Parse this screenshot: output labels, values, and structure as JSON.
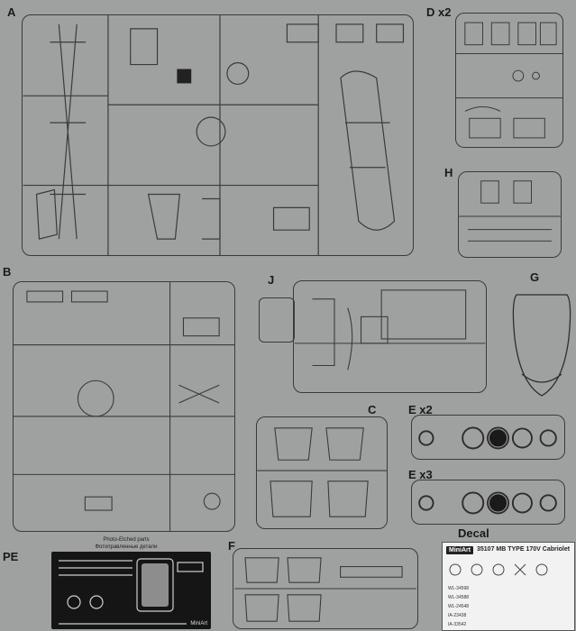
{
  "labels": {
    "a": "A",
    "d": "D x2",
    "h": "H",
    "b": "B",
    "j": "J",
    "g": "G",
    "c": "C",
    "ex2": "E x2",
    "ex3": "E x3",
    "f": "F",
    "pe": "PE",
    "decal": "Decal"
  },
  "pe_caption": {
    "line1": "Photo-Etched parts",
    "line2": "Фотоправленные детали"
  },
  "pe_brand": "MiniArt",
  "decal_sheet": {
    "brand": "MiniArt",
    "title": "35107 MB TYPE 170V Cabriolet",
    "plates": [
      "WL-34598",
      "WL-34588",
      "WL-24548",
      "IA-23438",
      "IA-33542"
    ]
  }
}
